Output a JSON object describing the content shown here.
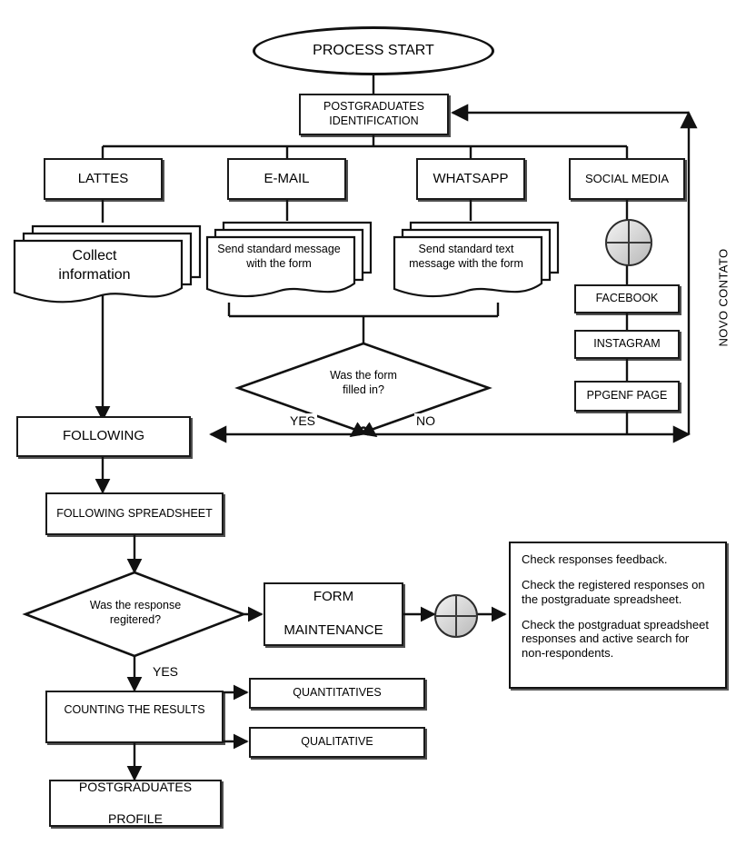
{
  "diagram": {
    "title": "Postgraduates identification and follow-up process flowchart",
    "nodes": {
      "process_start": "PROCESS START",
      "postgraduates_identification": "POSTGRADUATES\nIDENTIFICATION",
      "lattes": "LATTES",
      "email": "E-MAIL",
      "whatsapp": "WHATSAPP",
      "social_media": "SOCIAL MEDIA",
      "collect_information_line1": "Collect",
      "collect_information_line2": "information",
      "send_standard_message_line1": "Send standard message",
      "send_standard_message_line2": "with the form",
      "send_standard_text_line1": "Send standard text",
      "send_standard_text_line2": "message with the form",
      "facebook": "FACEBOOK",
      "instagram": "INSTAGRAM",
      "ppgenf_page": "PPGENF PAGE",
      "decision_form_line1": "Was the form",
      "decision_form_line2": "filled in?",
      "following": "FOLLOWING",
      "following_spreadsheet": "FOLLOWING SPREADSHEET",
      "decision_response_line1": "Was the response",
      "decision_response_line2": "regitered?",
      "form_maintenance_line1": "FORM",
      "form_maintenance_line2": "MAINTENANCE",
      "counting_the_results": "COUNTING THE RESULTS",
      "quantitatives": "QUANTITATIVES",
      "qualitative": "QUALITATIVE",
      "postgraduates_profile_line1": "POSTGRADUATES",
      "postgraduates_profile_line2": "PROFILE"
    },
    "edge_labels": {
      "yes_form": "YES",
      "no_form": "NO",
      "yes_response": "YES",
      "novo_contato": "NOVO CONTATO"
    },
    "note": {
      "line_1": "Check responses feedback.",
      "line_2": "Check the registered responses on the postgraduate spreadsheet.",
      "line_3": "Check the postgraduat spreadsheet responses and active search for non-respondents."
    },
    "colors": {
      "stroke": "#111111",
      "background": "#ffffff",
      "connector_fill": "#d9d9d9"
    }
  }
}
